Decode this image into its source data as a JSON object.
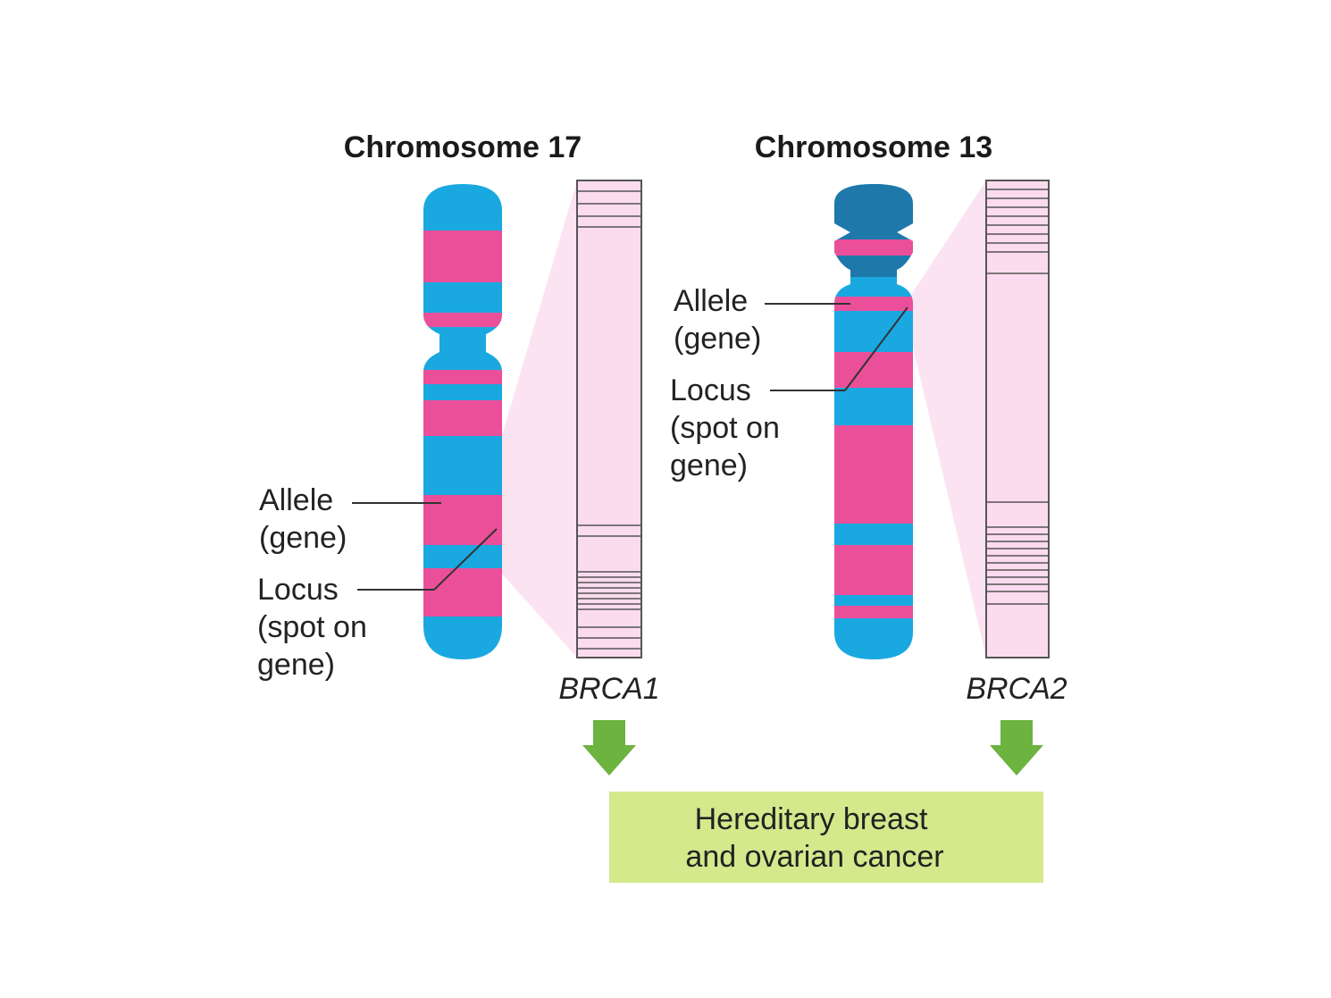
{
  "colors": {
    "blue": "#1aa8e0",
    "dark_blue": "#1f78aa",
    "pink": "#ec4f9a",
    "light_pink": "#fbdcee",
    "arrow_green": "#6cb33f",
    "box_green": "#d4e88c"
  },
  "chromosomes": [
    {
      "title": "Chromosome 17",
      "gene": "BRCA1",
      "allele_label": [
        "Allele",
        "(gene)"
      ],
      "locus_label": [
        "Locus",
        "(spot on",
        "gene)"
      ]
    },
    {
      "title": "Chromosome 13",
      "gene": "BRCA2",
      "allele_label": [
        "Allele",
        "(gene)"
      ],
      "locus_label": [
        "Locus",
        "(spot on",
        "gene)"
      ]
    }
  ],
  "outcome": [
    "Hereditary breast",
    "and ovarian cancer"
  ]
}
